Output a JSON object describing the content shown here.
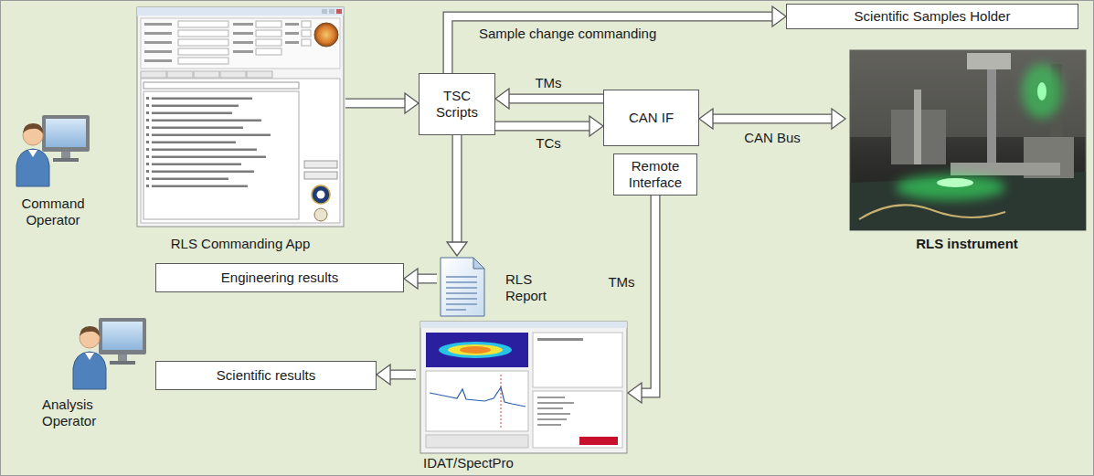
{
  "diagram": {
    "nodes": [
      {
        "text": [
          "Scientific Samples Holder"
        ]
      },
      {
        "text": [
          "Command Operator"
        ]
      },
      {
        "text": [
          "RLS Commanding App"
        ]
      },
      {
        "text": [
          "TSC Scripts"
        ]
      },
      {
        "text": [
          "CAN IF"
        ]
      },
      {
        "text": [
          "RLS instrument"
        ]
      },
      {
        "text": [
          "Remote Interface"
        ]
      },
      {
        "text": [
          "Engineering results"
        ]
      },
      {
        "text": [
          "RLS Report"
        ]
      },
      {
        "text": [
          "Analysis Operator"
        ]
      },
      {
        "text": [
          "Scientific results"
        ]
      },
      {
        "text": [
          "IDAT/SpectPro"
        ]
      }
    ],
    "edges": [
      {
        "from": 2,
        "to": 3,
        "arrow": "to"
      },
      {
        "from": 3,
        "to": 0,
        "label": "Sample change commanding",
        "arrow": "to"
      },
      {
        "from": 4,
        "to": 3,
        "label": "TMs",
        "arrow": "to"
      },
      {
        "from": 3,
        "to": 4,
        "label": "TCs",
        "arrow": "to"
      },
      {
        "from": 4,
        "to": 5,
        "label": "CAN Bus",
        "arrow": "both"
      },
      {
        "from": 3,
        "to": 8,
        "arrow": "to"
      },
      {
        "from": 8,
        "to": 7,
        "arrow": "to"
      },
      {
        "from": 6,
        "to": 11,
        "label": "TMs",
        "arrow": "to"
      },
      {
        "from": 11,
        "to": 10,
        "arrow": "to"
      }
    ]
  }
}
